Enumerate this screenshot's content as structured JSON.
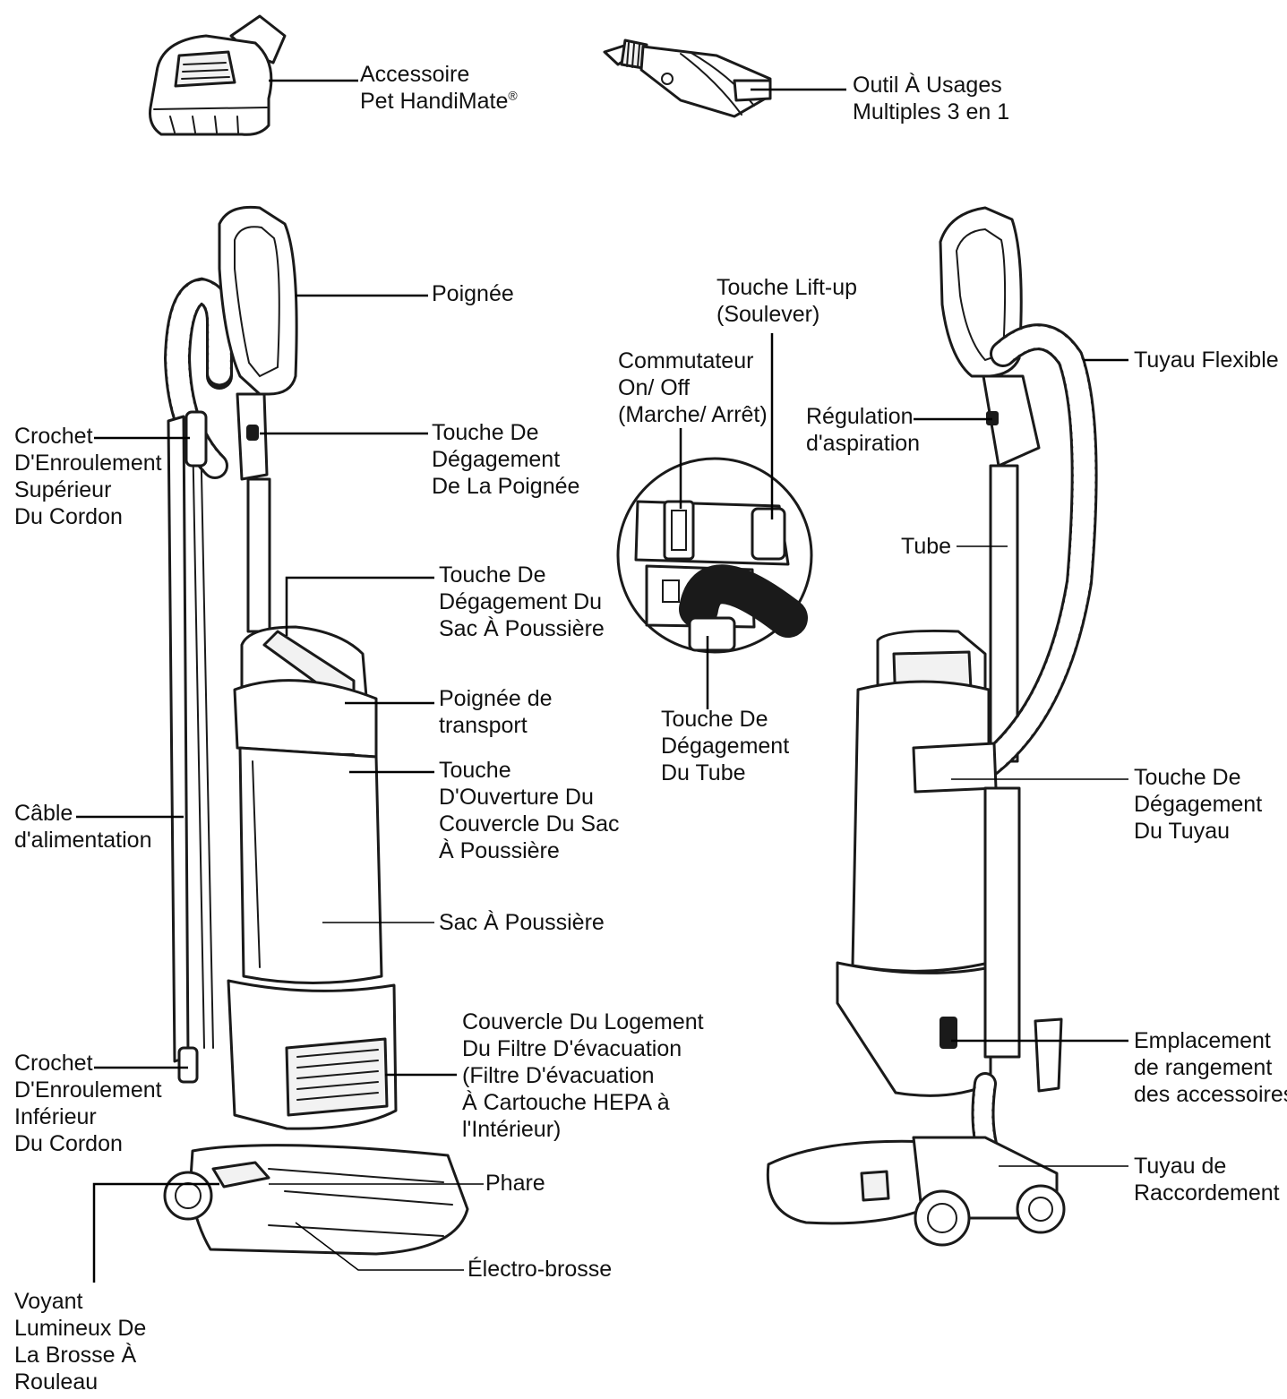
{
  "accessories": {
    "pet_tool": [
      "Accessoire",
      "Pet HandiMate"
    ],
    "pet_tool_mark": "®",
    "multi_tool": [
      "Outil À Usages",
      "Multiples 3 en 1"
    ]
  },
  "front_view": {
    "handle": "Poignée",
    "handle_release": [
      "Touche De",
      "Dégagement",
      "De La Poignée"
    ],
    "upper_cord_hook": [
      "Crochet",
      "D'Enroulement",
      "Supérieur",
      "Du Cordon"
    ],
    "dust_cup_release": [
      "Touche De",
      "Dégagement Du",
      "Sac À Poussière"
    ],
    "carry_handle": [
      "Poignée de",
      "transport"
    ],
    "dust_cup_lid_button": [
      "Touche",
      "D'Ouverture Du",
      "Couvercle Du Sac",
      "À Poussière"
    ],
    "power_cord": [
      "Câble",
      "d'alimentation"
    ],
    "dust_cup": "Sac À Poussière",
    "exhaust_filter_cover": [
      "Couvercle Du Logement",
      "Du Filtre D'évacuation",
      "(Filtre D'évacuation",
      "À Cartouche HEPA à",
      "l'Intérieur)"
    ],
    "lower_cord_hook": [
      "Crochet",
      "D'Enroulement",
      "Inférieur",
      "Du Cordon"
    ],
    "headlight": "Phare",
    "powerhead": "Électro-brosse",
    "brushroll_indicator": [
      "Voyant",
      "Lumineux De",
      "La Brosse À",
      "Rouleau"
    ]
  },
  "detail_view": {
    "lift_up_button": [
      "Touche Lift-up",
      "(Soulever)"
    ],
    "power_switch": [
      "Commutateur",
      "On/ Off",
      "(Marche/ Arrêt)"
    ],
    "wand_release": [
      "Touche De",
      "Dégagement",
      "Du Tube"
    ]
  },
  "back_view": {
    "suction_control": [
      "Régulation",
      "d'aspiration"
    ],
    "hose": "Tuyau Flexible",
    "wand": "Tube",
    "hose_release": [
      "Touche De",
      "Dégagement",
      "Du Tuyau"
    ],
    "accessory_storage": [
      "Emplacement",
      "de rangement",
      "des accessoires"
    ],
    "connection_hose": [
      "Tuyau de",
      "Raccordement"
    ]
  }
}
